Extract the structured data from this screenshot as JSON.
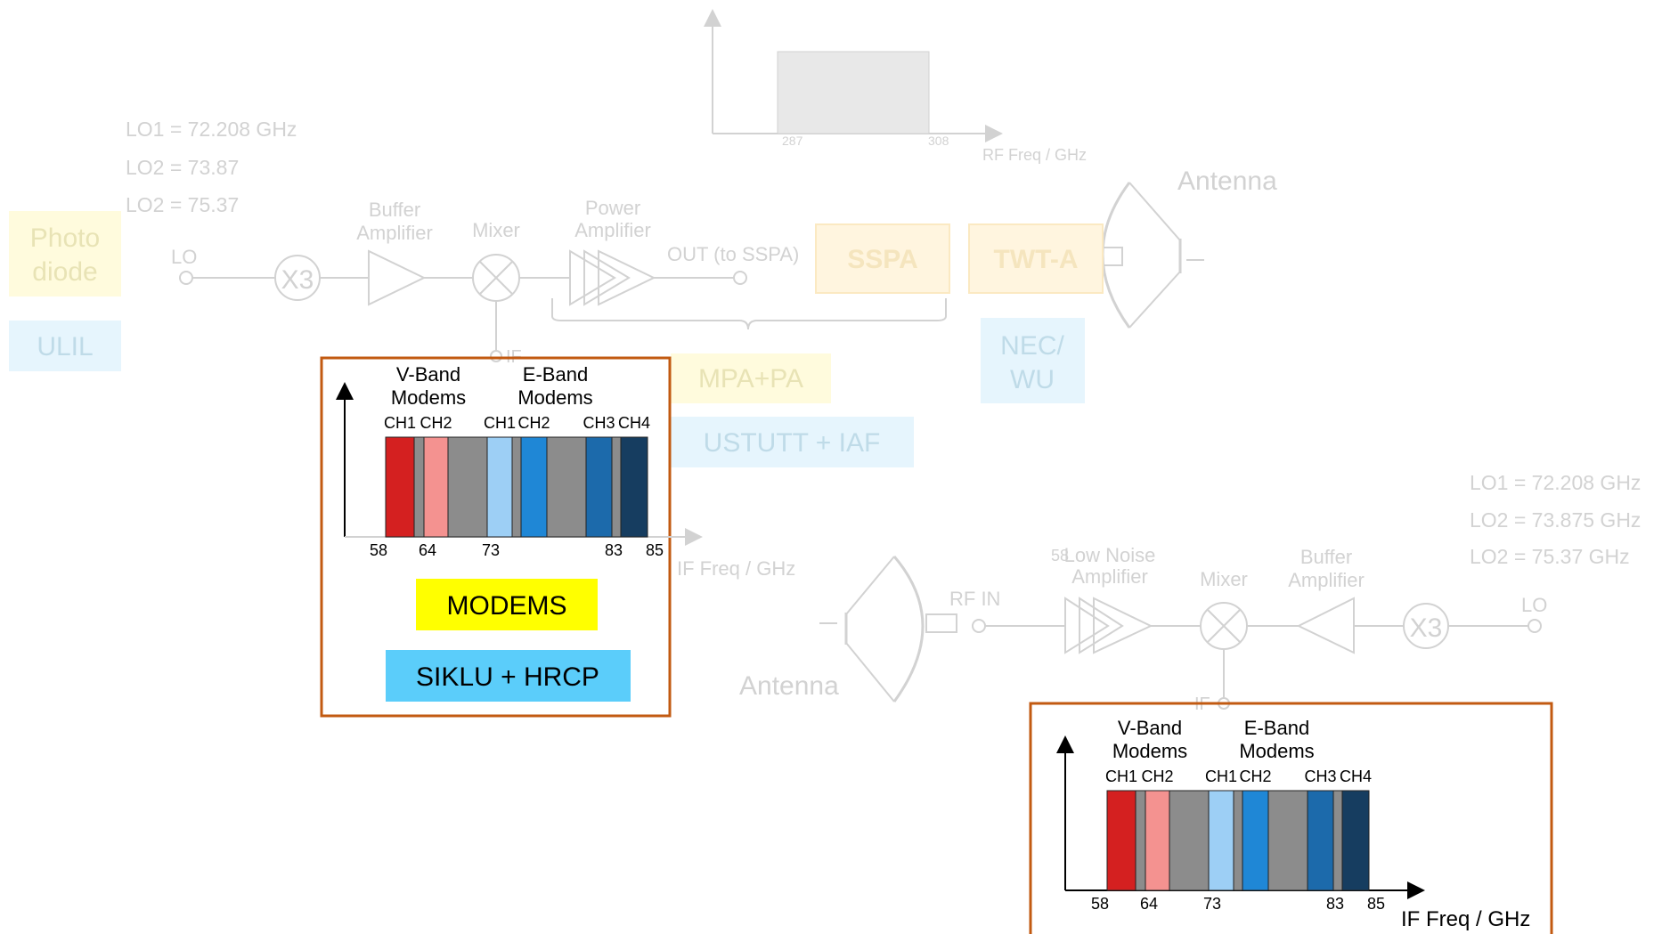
{
  "background": {
    "rf_spectrum": {
      "tick_low": "287",
      "tick_high": "308",
      "axis_label": "RF Freq  / GHz"
    },
    "transmitter": {
      "lo_settings": [
        "LO1 = 72.208 GHz",
        "LO2 = 73.87",
        "LO2 = 75.37"
      ],
      "lo_label": "LO",
      "multiplier_label": "X3",
      "buffer_amp_label": [
        "Buffer",
        "Amplifier"
      ],
      "mixer_label": "Mixer",
      "power_amp_label": [
        "Power",
        "Amplifier"
      ],
      "out_label": "OUT (to SSPA)",
      "if_label": "IF",
      "antenna_label": "Antenna"
    },
    "receiver": {
      "lo_settings": [
        "LO1 = 72.208 GHz",
        "LO2 = 73.875 GHz",
        "LO2 = 75.37 GHz"
      ],
      "lna_label": [
        "Low Noise",
        "Amplifier"
      ],
      "lna_overlap": "58",
      "mixer_label": "Mixer",
      "buffer_amp_label": [
        "Buffer",
        "Amplifier"
      ],
      "multiplier_label": "X3",
      "lo_label": "LO",
      "rf_in_label": "RF IN",
      "if_label": "IF",
      "antenna_label": "Antenna",
      "if_axis_label": "IF Freq  / GHz"
    },
    "tags": {
      "photodiode": [
        "Photo",
        "diode"
      ],
      "ulil": "ULIL",
      "sspa": "SSPA",
      "twta": "TWT-A",
      "mpa_pa": "MPA+PA",
      "ustutt": "USTUTT  + IAF",
      "nec": [
        "NEC/",
        "WU"
      ]
    }
  },
  "modem_box": {
    "labels": {
      "modems": "MODEMS",
      "partners": "SIKLU + HRCP"
    }
  },
  "chart_data": [
    {
      "type": "bar",
      "xlabel": "IF Freq  / GHz",
      "group_labels": [
        [
          "V-Band",
          "Modems"
        ],
        [
          "E-Band",
          "Modems"
        ]
      ],
      "channel_labels": [
        "CH1",
        "CH2",
        "CH1",
        "CH2",
        "CH3",
        "CH4"
      ],
      "tick_labels": [
        "58",
        "64",
        "73",
        "83",
        "85"
      ],
      "segments": [
        {
          "color": "#d42020"
        },
        {
          "color": "#8c8c8c"
        },
        {
          "color": "#f49290"
        },
        {
          "color": "#8c8c8c"
        },
        {
          "color": "#9dcff5"
        },
        {
          "color": "#8c8c8c"
        },
        {
          "color": "#1f87d6"
        },
        {
          "color": "#8c8c8c"
        },
        {
          "color": "#1c6aab"
        },
        {
          "color": "#8c8c8c"
        },
        {
          "color": "#163d60"
        }
      ]
    },
    {
      "type": "bar",
      "xlabel": "IF Freq  / GHz",
      "group_labels": [
        [
          "V-Band",
          "Modems"
        ],
        [
          "E-Band",
          "Modems"
        ]
      ],
      "channel_labels": [
        "CH1",
        "CH2",
        "CH1",
        "CH2",
        "CH3",
        "CH4"
      ],
      "tick_labels": [
        "58",
        "64",
        "73",
        "83",
        "85"
      ],
      "segments": [
        {
          "color": "#d42020"
        },
        {
          "color": "#8c8c8c"
        },
        {
          "color": "#f49290"
        },
        {
          "color": "#8c8c8c"
        },
        {
          "color": "#9dcff5"
        },
        {
          "color": "#8c8c8c"
        },
        {
          "color": "#1f87d6"
        },
        {
          "color": "#8c8c8c"
        },
        {
          "color": "#1c6aab"
        },
        {
          "color": "#8c8c8c"
        },
        {
          "color": "#163d60"
        }
      ]
    }
  ]
}
